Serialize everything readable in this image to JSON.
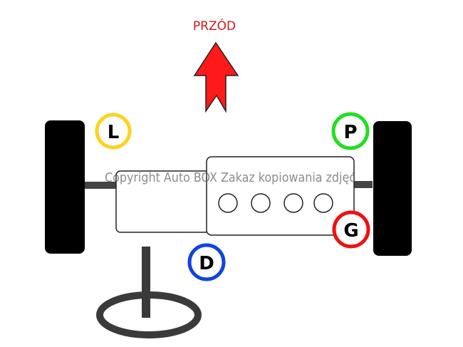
{
  "direction_label": "PRZÓD",
  "watermark": "Copyright Auto BOX Zakaz kopiowania zdjęć",
  "markers": {
    "L": "L",
    "P": "P",
    "G": "G",
    "D": "D"
  },
  "colors": {
    "arrow": "#ff1a1a",
    "direction_text": "#cc1a1a",
    "marker_L": "#ffd21e",
    "marker_P": "#22dd22",
    "marker_G": "#ee1111",
    "marker_D": "#1144dd",
    "wheel": "#000000",
    "axle": "#444444",
    "steering": "#3a3a3a"
  }
}
